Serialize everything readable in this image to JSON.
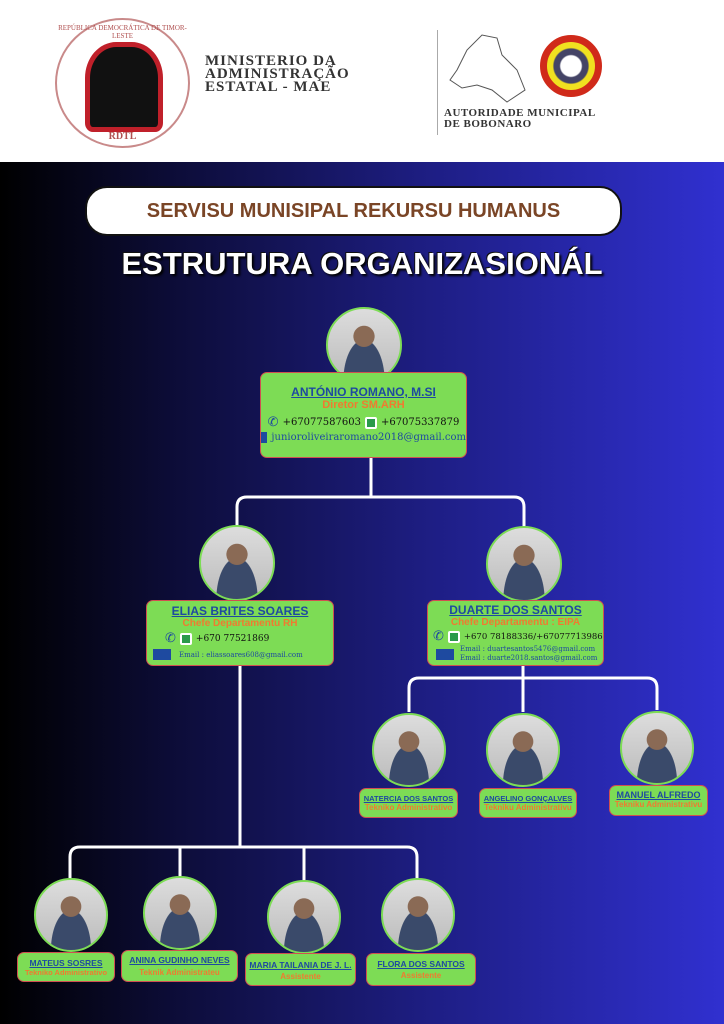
{
  "header": {
    "seal_text": "REPÚBLICA DEMOCRÁTICA DE TIMOR-LESTE",
    "seal_abbrev": "RDTL",
    "ministry": [
      "MINISTERIO DA",
      "ADMINISTRAÇÃO",
      "ESTATAL - MAE"
    ],
    "authority": [
      "AUTORIDADE MUNICIPAL",
      "DE BOBONARO"
    ]
  },
  "title": "SERVISU MUNISIPAL REKURSU HUMANUS",
  "heading": "ESTRUTURA ORGANIZASIONÁL",
  "director": {
    "name": "ANTÓNIO ROMANO, M.SI",
    "role": "Diretor SM.ARH",
    "phone": "+67077587603",
    "whatsapp": "+67075337879",
    "email": "junioroliveiraromano2018@gmail.com"
  },
  "heads": [
    {
      "name": "ELIAS BRITES SOARES",
      "role": "Chefe Departamentu RH",
      "phone": "+670 77521869",
      "emails": [
        "Email : eliassoares608@gmail.com"
      ]
    },
    {
      "name": "DUARTE DOS SANTOS",
      "role": "Chefe Departamentu  : EIPA",
      "phone": "+670 78188336/+67077713986",
      "emails": [
        "Email : duartesantos5476@gmail.com",
        "Email : duarte2018.santos@gmail.com"
      ]
    }
  ],
  "eipa_staff": [
    {
      "name": "NATERCIA DOS SANTOS",
      "role": "Tekniko Administrativo"
    },
    {
      "name": "ANGELINO GONÇALVES",
      "role": "Tekniku Administrativu"
    },
    {
      "name": "MANUEL ALFREDO",
      "role": "Tekniku Administrativu"
    }
  ],
  "rh_staff": [
    {
      "name": "MATEUS SOSRES",
      "role": "Tekniko Administrativo"
    },
    {
      "name": "ANINA GUDINHO NEVES",
      "role": "Teknik Administrateu"
    },
    {
      "name": "MARIA TAILANIA DE J. L.",
      "role": "Assistente"
    },
    {
      "name": "FLORA DOS SANTOS",
      "role": "Assistente"
    }
  ]
}
